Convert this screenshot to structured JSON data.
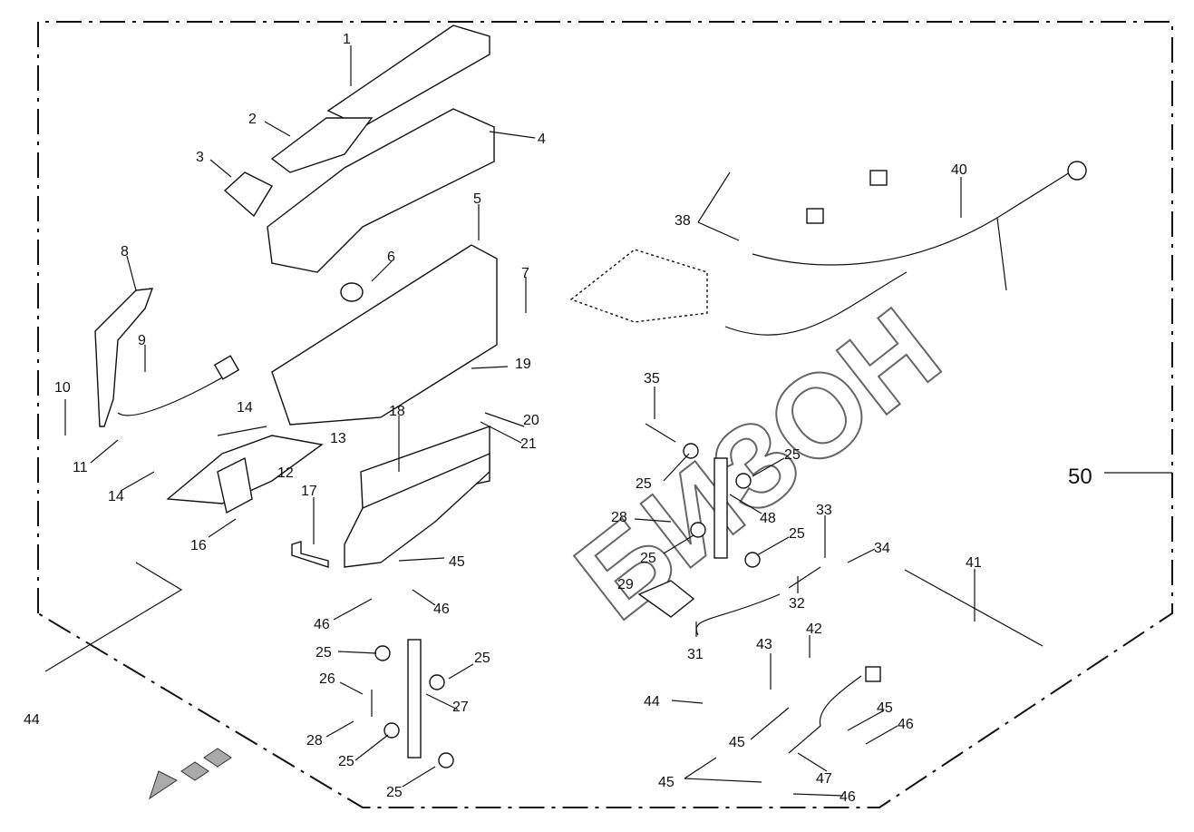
{
  "watermark": "БИЗОН",
  "assembly_label": "50",
  "labels": [
    "1",
    "2",
    "3",
    "4",
    "5",
    "6",
    "7",
    "8",
    "9",
    "10",
    "11",
    "12",
    "13",
    "14",
    "14",
    "16",
    "17",
    "18",
    "19",
    "20",
    "21",
    "35",
    "25",
    "25",
    "48",
    "28",
    "25",
    "25",
    "33",
    "34",
    "32",
    "29",
    "31",
    "41",
    "45",
    "46",
    "46",
    "25",
    "25",
    "26",
    "27",
    "28",
    "25",
    "25",
    "44",
    "43",
    "42",
    "44",
    "45",
    "45",
    "46",
    "47",
    "45",
    "46",
    "38",
    "40"
  ]
}
